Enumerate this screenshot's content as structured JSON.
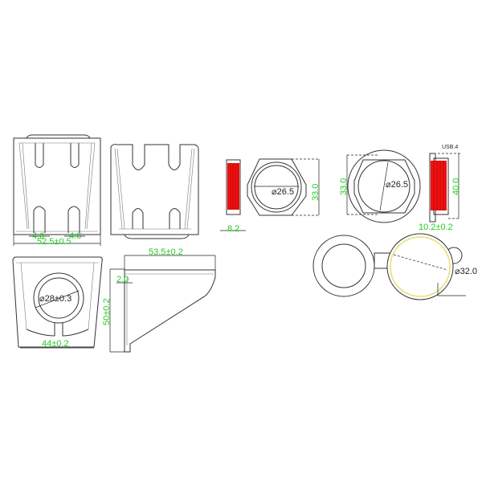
{
  "colors": {
    "dimension": "#22cc22",
    "red_part": "#ee1111",
    "seal_ring": "#e8e070",
    "line": "#333333"
  },
  "labels": {
    "slot_width_left": "4.6",
    "slot_width_right": "4.6",
    "front_width": "52.5±0.5",
    "bottom_width": "44±0.2",
    "hole_diameter": "⌀28±0.3",
    "side_depth": "53.5±0.2",
    "thickness": "2.0",
    "height": "50±0.2",
    "nut_thickness": "8.2",
    "nut_bore": "⌀26.5",
    "nut_across_flats": "33.0",
    "socket_across": "33.0",
    "socket_bore": "⌀26.5",
    "socket_height": "40.0",
    "socket_thickness": "10.2±0.2",
    "model": "USB.4",
    "cap_diameter": "⌀32.0"
  }
}
